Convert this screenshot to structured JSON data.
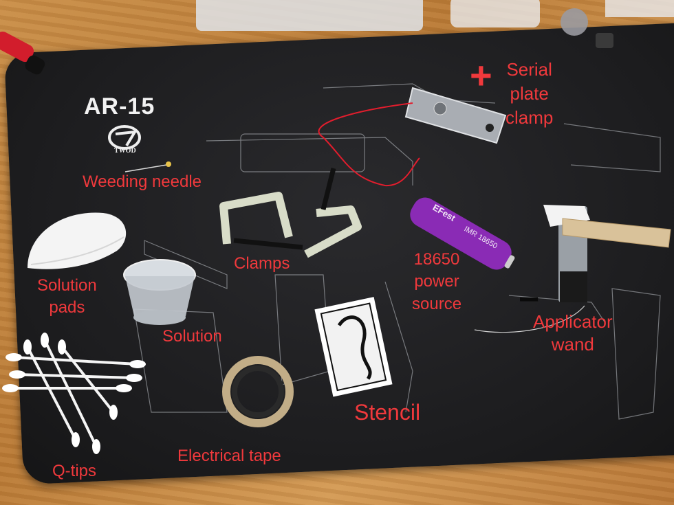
{
  "mat": {
    "brand": "AR-15",
    "logo_text": "TWOD"
  },
  "labels": {
    "weeding_needle": "Weeding needle",
    "solution_pads_1": "Solution",
    "solution_pads_2": "pads",
    "clamps": "Clamps",
    "power_1": "18650",
    "power_2": "power",
    "power_3": "source",
    "serial_1": "Serial",
    "serial_2": "plate",
    "serial_3": "clamp",
    "solution": "Solution",
    "applicator_1": "Applicator",
    "applicator_2": "wand",
    "stencil": "Stencil",
    "electrical_tape": "Electrical tape",
    "q_tips": "Q-tips"
  },
  "battery": {
    "brand": "EFest",
    "model": "IMR 18650"
  },
  "signs": {
    "plus": "+",
    "minus": "−"
  },
  "colors": {
    "label_red": "#f0393c",
    "battery_purple": "#8a2bb5",
    "mat_black": "#1c1c1e",
    "table_wood": "#c98e48"
  }
}
